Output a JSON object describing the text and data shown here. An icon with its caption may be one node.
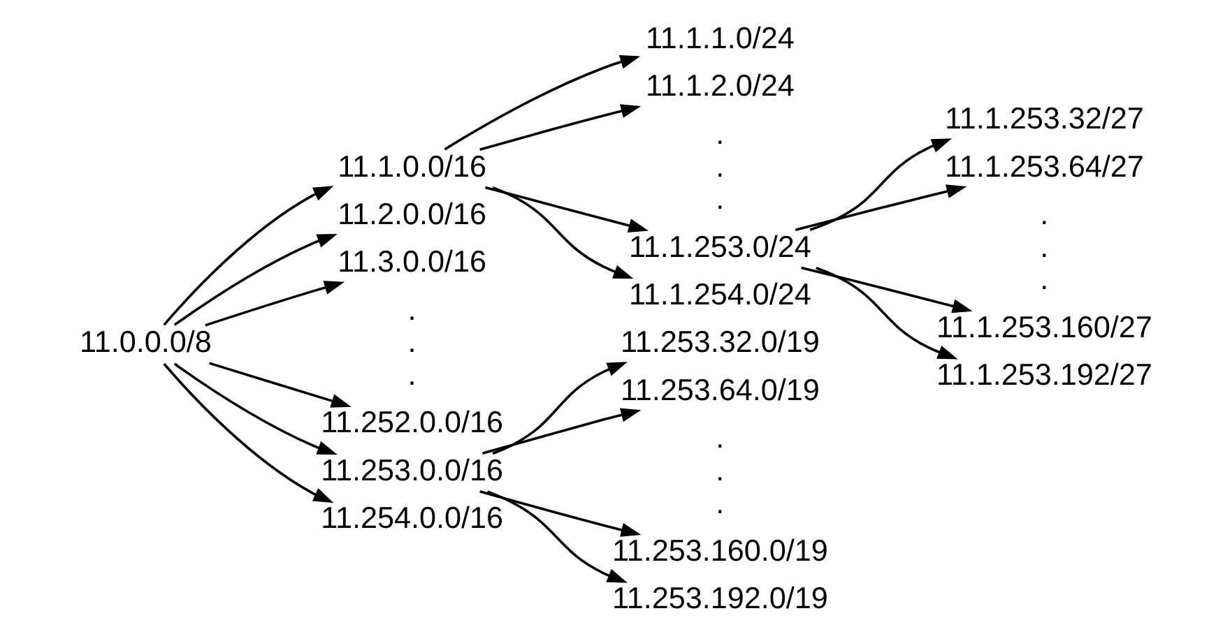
{
  "diagram": {
    "nodes": [
      {
        "text": [
          "11.0.0.0/8"
        ]
      },
      {
        "text": [
          "11.1.0.0/16"
        ]
      },
      {
        "text": [
          "11.2.0.0/16"
        ]
      },
      {
        "text": [
          "11.3.0.0/16"
        ]
      },
      {
        "text": [
          "11.252.0.0/16"
        ]
      },
      {
        "text": [
          "11.253.0.0/16"
        ]
      },
      {
        "text": [
          "11.254.0.0/16"
        ]
      },
      {
        "text": [
          "11.1.1.0/24"
        ]
      },
      {
        "text": [
          "11.1.2.0/24"
        ]
      },
      {
        "text": [
          "11.1.253.0/24"
        ]
      },
      {
        "text": [
          "11.1.254.0/24"
        ]
      },
      {
        "text": [
          "11.253.32.0/19"
        ]
      },
      {
        "text": [
          "11.253.64.0/19"
        ]
      },
      {
        "text": [
          "11.253.160.0/19"
        ]
      },
      {
        "text": [
          "11.253.192.0/19"
        ]
      },
      {
        "text": [
          "11.1.253.32/27"
        ]
      },
      {
        "text": [
          "11.1.253.64/27"
        ]
      },
      {
        "text": [
          "11.1.253.160/27"
        ]
      },
      {
        "text": [
          "11.1.253.192/27"
        ]
      }
    ],
    "edges": [
      {
        "from": 0,
        "to": 1,
        "arrow": "to"
      },
      {
        "from": 0,
        "to": 2,
        "arrow": "to"
      },
      {
        "from": 0,
        "to": 3,
        "arrow": "to"
      },
      {
        "from": 0,
        "to": 4,
        "arrow": "to"
      },
      {
        "from": 0,
        "to": 5,
        "arrow": "to"
      },
      {
        "from": 0,
        "to": 6,
        "arrow": "to"
      },
      {
        "from": 1,
        "to": 7,
        "arrow": "to"
      },
      {
        "from": 1,
        "to": 8,
        "arrow": "to"
      },
      {
        "from": 1,
        "to": 9,
        "arrow": "to"
      },
      {
        "from": 1,
        "to": 10,
        "arrow": "to"
      },
      {
        "from": 5,
        "to": 11,
        "arrow": "to"
      },
      {
        "from": 5,
        "to": 12,
        "arrow": "to"
      },
      {
        "from": 5,
        "to": 13,
        "arrow": "to"
      },
      {
        "from": 5,
        "to": 14,
        "arrow": "to"
      },
      {
        "from": 9,
        "to": 15,
        "arrow": "to"
      },
      {
        "from": 9,
        "to": 16,
        "arrow": "to"
      },
      {
        "from": 9,
        "to": 17,
        "arrow": "to"
      },
      {
        "from": 9,
        "to": 18,
        "arrow": "to"
      }
    ],
    "labels": [
      ".",
      ".",
      ".",
      ".",
      ".",
      ".",
      ".",
      ".",
      ".",
      ".",
      ".",
      "."
    ]
  }
}
